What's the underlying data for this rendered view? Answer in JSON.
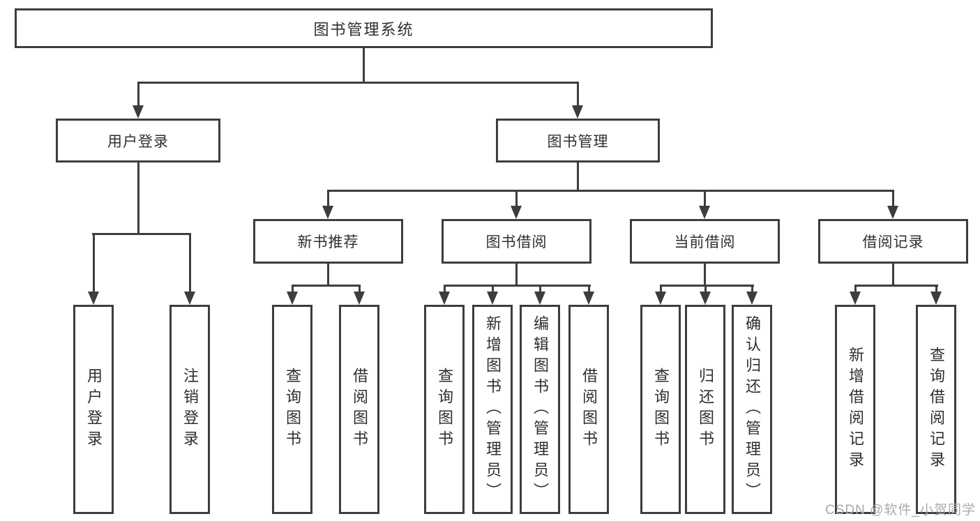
{
  "diagram": {
    "title": "图书管理系统",
    "branches": [
      {
        "label": "用户登录",
        "children": [
          {
            "label": "用户登录"
          },
          {
            "label": "注销登录"
          }
        ]
      },
      {
        "label": "图书管理",
        "sections": [
          {
            "label": "新书推荐",
            "children": [
              {
                "label": "查询图书"
              },
              {
                "label": "借阅图书"
              }
            ]
          },
          {
            "label": "图书借阅",
            "children": [
              {
                "label": "查询图书"
              },
              {
                "label": "新增图书（管理员）"
              },
              {
                "label": "编辑图书（管理员）"
              },
              {
                "label": "借阅图书"
              }
            ]
          },
          {
            "label": "当前借阅",
            "children": [
              {
                "label": "查询图书"
              },
              {
                "label": "归还图书"
              },
              {
                "label": "确认归还（管理员）"
              }
            ]
          },
          {
            "label": "借阅记录",
            "children": [
              {
                "label": "新增借阅记录"
              },
              {
                "label": "查询借阅记录"
              }
            ]
          }
        ]
      }
    ]
  },
  "watermark": {
    "text": "CSDN @软件_小贺同学"
  },
  "colors": {
    "line": "#3d3d3d",
    "text": "#2f2f2f",
    "background": "#ffffff",
    "watermark": "#a6abb3"
  }
}
